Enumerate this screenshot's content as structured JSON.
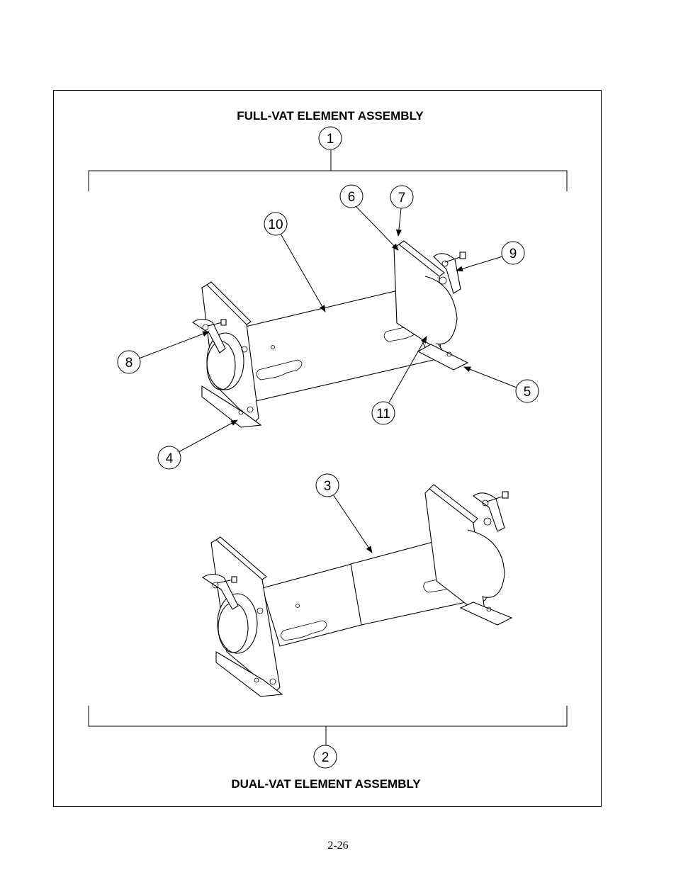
{
  "diagram": {
    "top_title": "FULL-VAT ELEMENT ASSEMBLY",
    "bottom_title": "DUAL-VAT ELEMENT ASSEMBLY",
    "callouts": {
      "c1": "1",
      "c2": "2",
      "c3": "3",
      "c4": "4",
      "c5": "5",
      "c6": "6",
      "c7": "7",
      "c8": "8",
      "c9": "9",
      "c10": "10",
      "c11": "11"
    }
  },
  "page": {
    "number": "2-26"
  }
}
